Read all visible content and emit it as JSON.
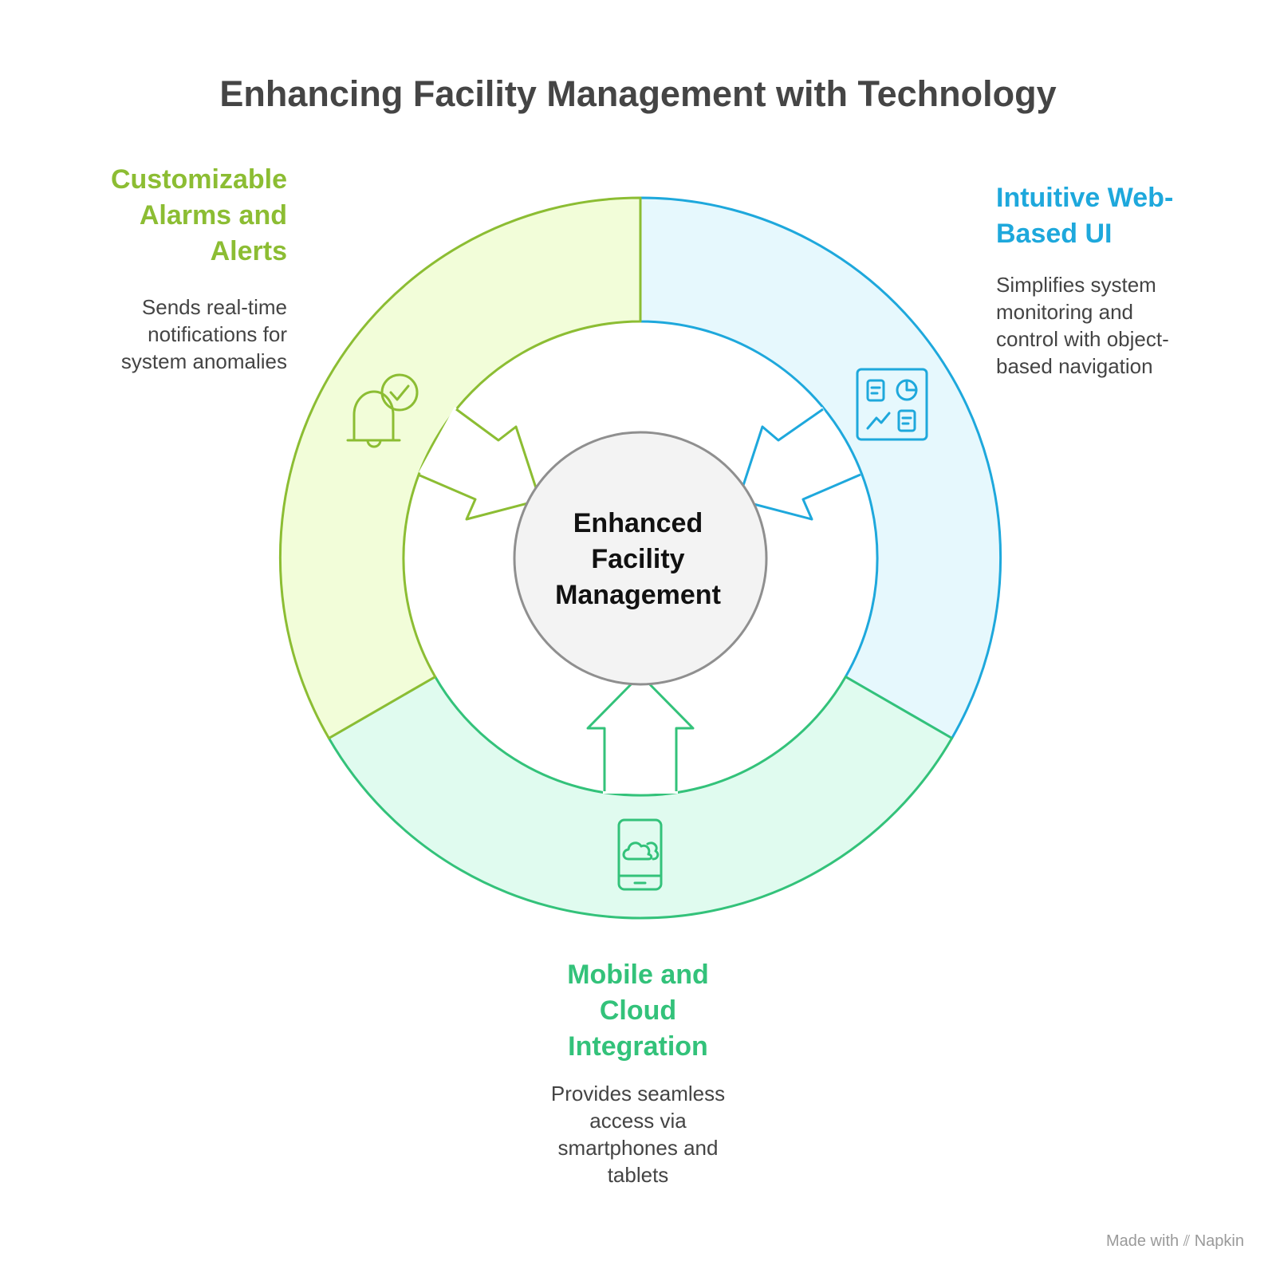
{
  "title": "Enhancing Facility Management with Technology",
  "center": {
    "label": "Enhanced\nFacility\nManagement"
  },
  "segments": [
    {
      "id": "alarms",
      "heading": "Customizable\nAlarms and\nAlerts",
      "description": "Sends real-time\nnotifications for\nsystem anomalies",
      "color": "#8cbd33",
      "fill": "#f2fdd9",
      "icon": "bell-check-icon"
    },
    {
      "id": "webui",
      "heading": "Intuitive Web-\nBased UI",
      "description": "Simplifies system\nmonitoring and\ncontrol with object-\nbased navigation",
      "color": "#1ea8dc",
      "fill": "#e6f8fd",
      "icon": "dashboard-icon"
    },
    {
      "id": "mobile",
      "heading": "Mobile and\nCloud\nIntegration",
      "description": "Provides seamless\naccess via\nsmartphones and\ntablets",
      "color": "#33c27a",
      "fill": "#e0fbef",
      "icon": "mobile-cloud-icon"
    }
  ],
  "footer": {
    "made_with": "Made with",
    "brand": "Napkin"
  }
}
